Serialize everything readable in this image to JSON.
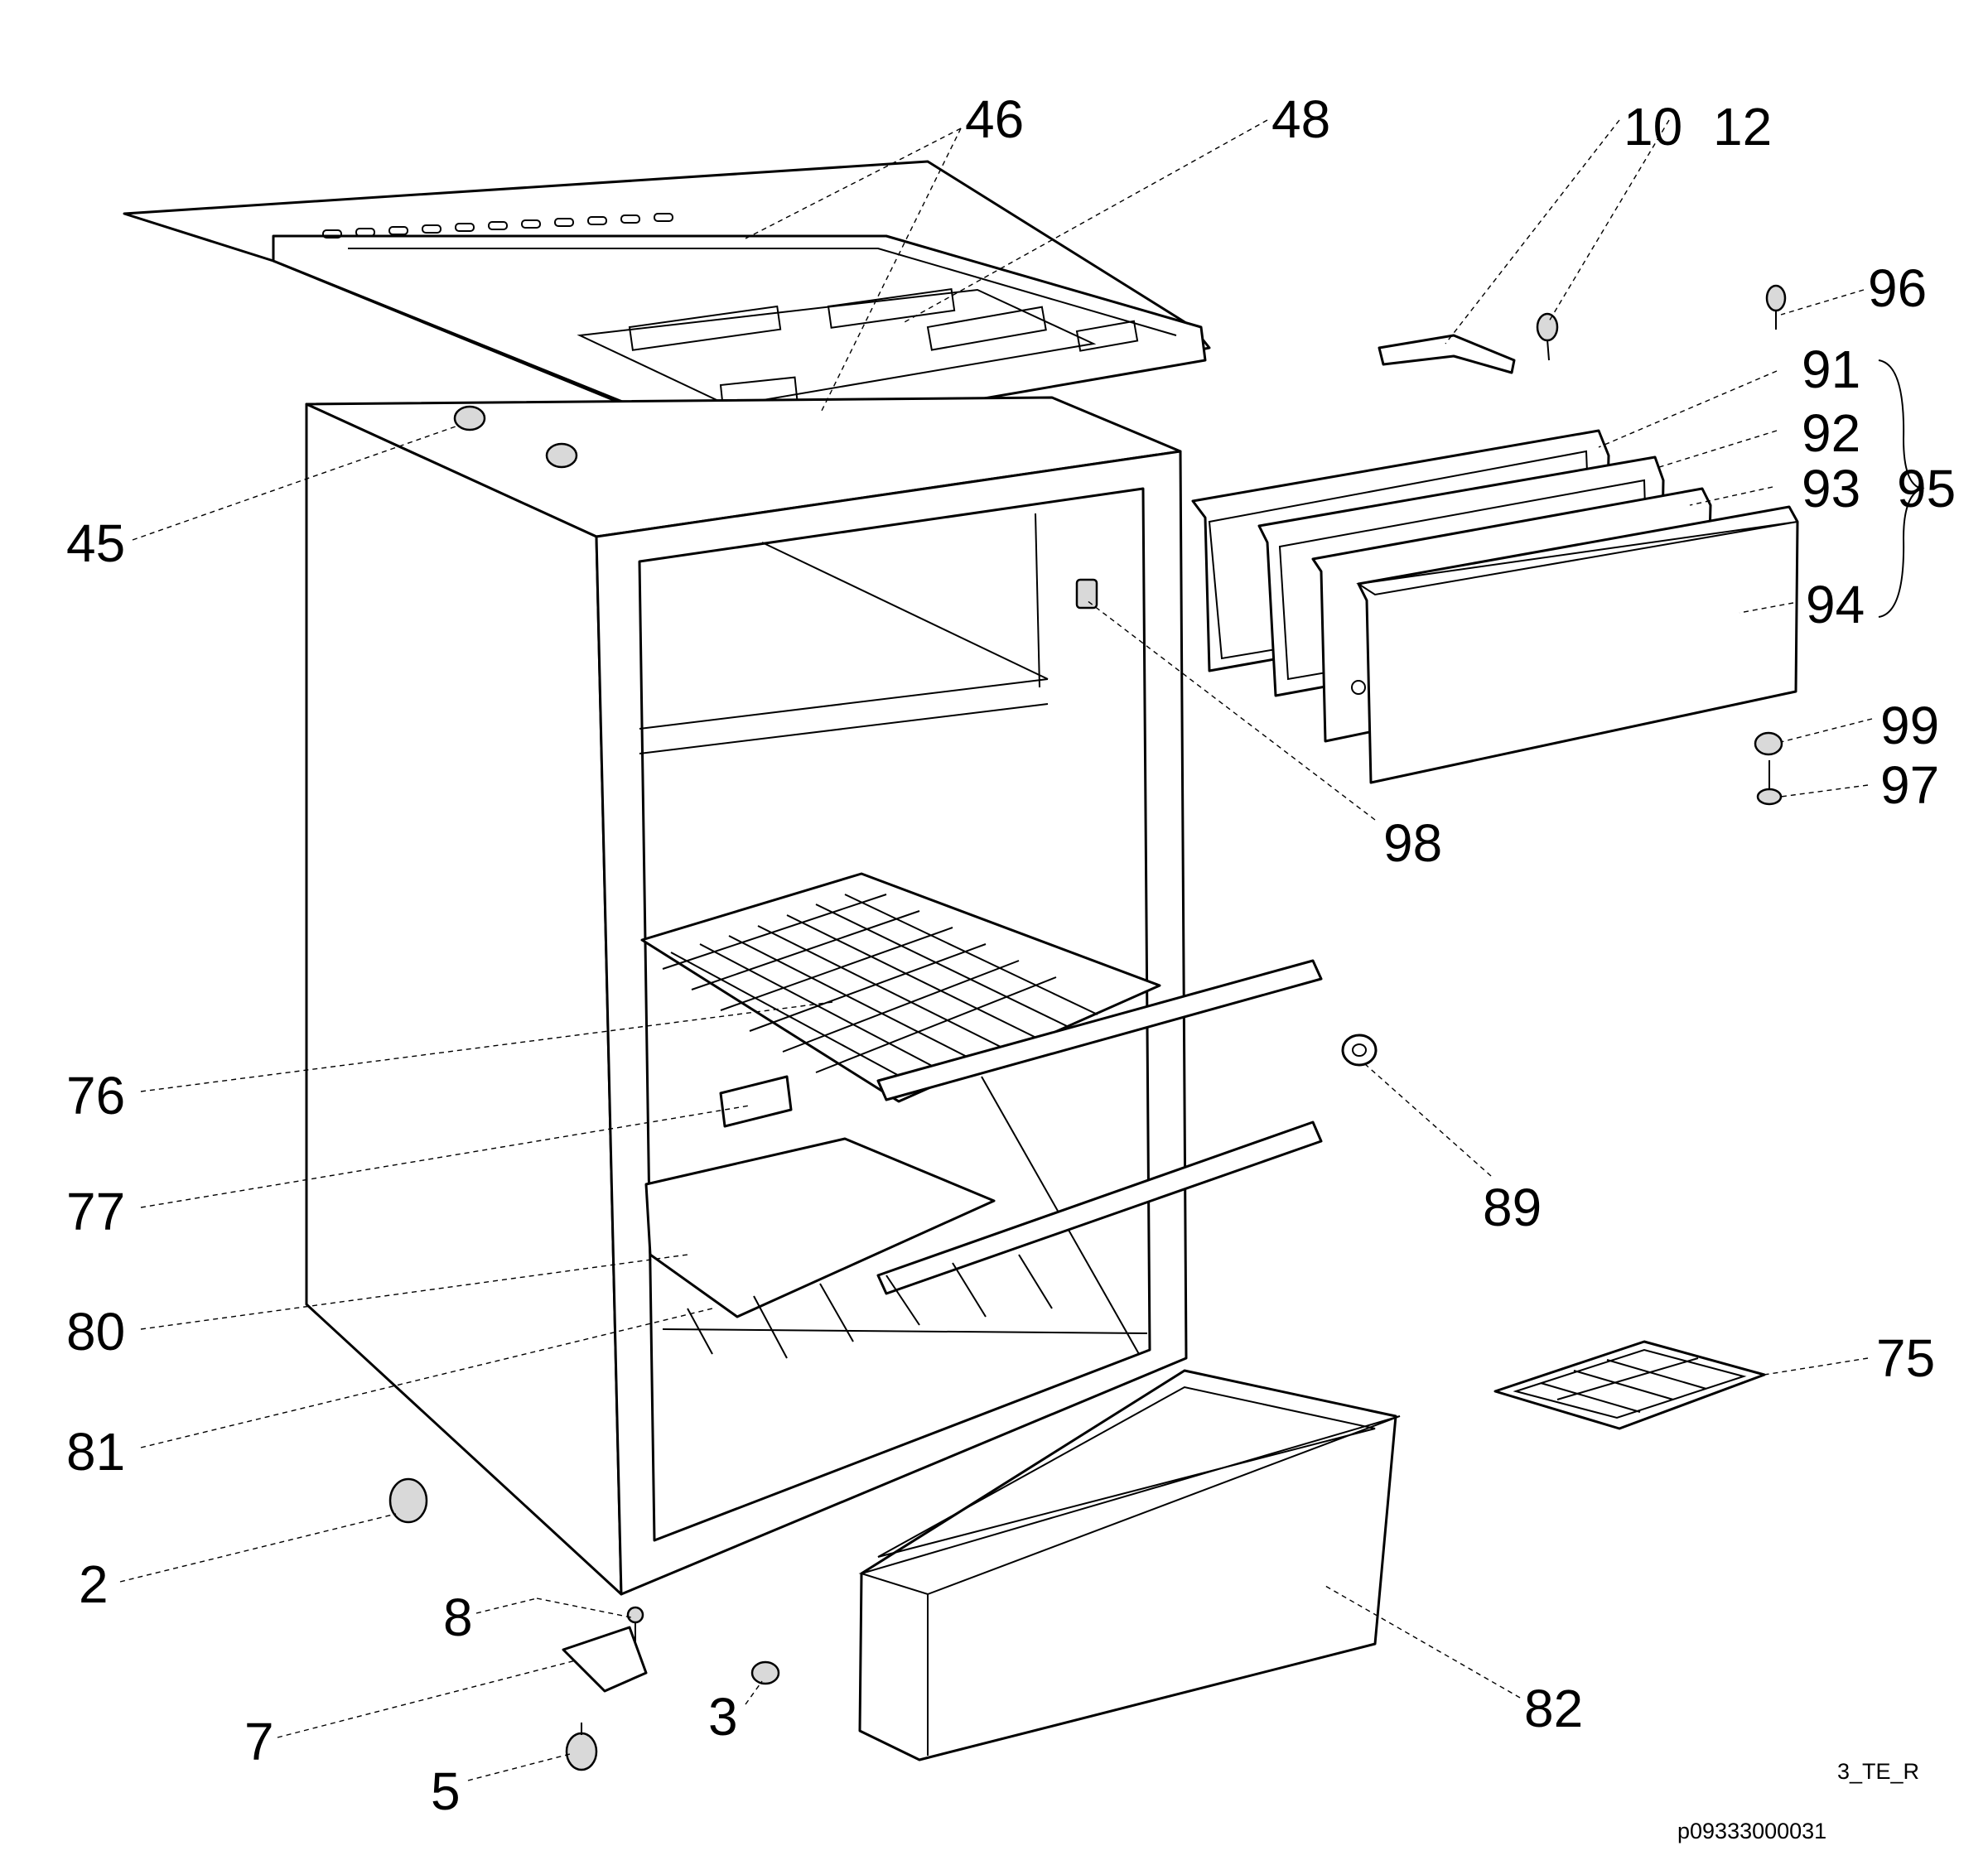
{
  "callouts": [
    {
      "id": "46",
      "text": "46"
    },
    {
      "id": "48",
      "text": "48"
    },
    {
      "id": "10",
      "text": "10"
    },
    {
      "id": "12",
      "text": "12"
    },
    {
      "id": "96",
      "text": "96"
    },
    {
      "id": "91",
      "text": "91"
    },
    {
      "id": "92",
      "text": "92"
    },
    {
      "id": "93",
      "text": "93"
    },
    {
      "id": "94",
      "text": "94"
    },
    {
      "id": "95",
      "text": "95"
    },
    {
      "id": "45",
      "text": "45"
    },
    {
      "id": "98",
      "text": "98"
    },
    {
      "id": "99",
      "text": "99"
    },
    {
      "id": "97",
      "text": "97"
    },
    {
      "id": "76",
      "text": "76"
    },
    {
      "id": "77",
      "text": "77"
    },
    {
      "id": "89",
      "text": "89"
    },
    {
      "id": "80",
      "text": "80"
    },
    {
      "id": "75",
      "text": "75"
    },
    {
      "id": "81",
      "text": "81"
    },
    {
      "id": "2",
      "text": "2"
    },
    {
      "id": "8",
      "text": "8"
    },
    {
      "id": "7",
      "text": "7"
    },
    {
      "id": "3",
      "text": "3"
    },
    {
      "id": "82",
      "text": "82"
    },
    {
      "id": "5",
      "text": "5"
    }
  ],
  "small_code": "3_TE_R",
  "drawing_number": "p09333000031"
}
